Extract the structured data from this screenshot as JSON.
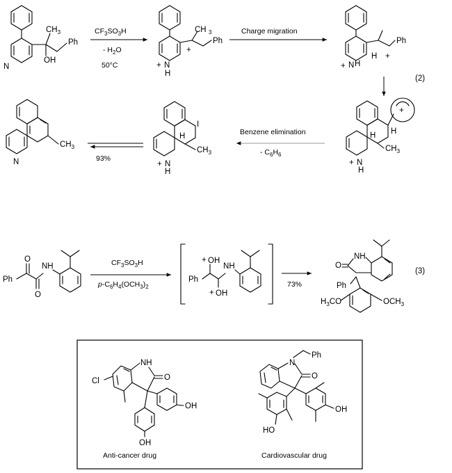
{
  "scheme2": {
    "reagent_acid": "CF",
    "reagent_acid_sub1": "3",
    "reagent_acid_mid": "SO",
    "reagent_acid_sub2": "3",
    "reagent_acid_end": "H",
    "reagent_water": "- H",
    "reagent_water_sub": "2",
    "reagent_water_end": "O",
    "temperature": "50°C",
    "charge_migration": "Charge migration",
    "benzene_elimination": "Benzene elimination",
    "benzene_loss": "- C",
    "benzene_loss_sub1": "6",
    "benzene_loss_mid": "H",
    "benzene_loss_sub2": "6",
    "yield": "93%",
    "number": "(2)",
    "atoms": {
      "ch3": "CH",
      "ch3_sub": "3",
      "oh": "OH",
      "ph": "Ph",
      "n": "N",
      "h": "H",
      "plus": "+",
      "ni": "I"
    }
  },
  "scheme3": {
    "reagent_acid": "CF",
    "reagent_acid_sub1": "3",
    "reagent_acid_mid": "SO",
    "reagent_acid_sub2": "3",
    "reagent_acid_end": "H",
    "reagent_arene_prefix": "p",
    "reagent_arene": "-C",
    "reagent_arene_sub1": "6",
    "reagent_arene_mid": "H",
    "reagent_arene_sub2": "4",
    "reagent_arene_mid2": "(OCH",
    "reagent_arene_sub3": "3",
    "reagent_arene_end": ")",
    "reagent_arene_sub4": "2",
    "yield": "73%",
    "number": "(3)",
    "atoms": {
      "ph": "Ph",
      "o": "O",
      "nh": "NH",
      "h": "H",
      "n": "N",
      "oh": "OH",
      "plus": "+",
      "h3co": "H",
      "h3co_sub": "3",
      "h3co_end": "CO",
      "och3": "OCH",
      "och3_sub": "3"
    }
  },
  "drugs": {
    "anticancer_label": "Anti-cancer drug",
    "cardiovascular_label": "Cardiovascular drug",
    "atoms": {
      "cl": "Cl",
      "nh": "NH",
      "n": "N",
      "o": "O",
      "oh": "OH",
      "ho": "HO",
      "ph": "Ph"
    }
  }
}
